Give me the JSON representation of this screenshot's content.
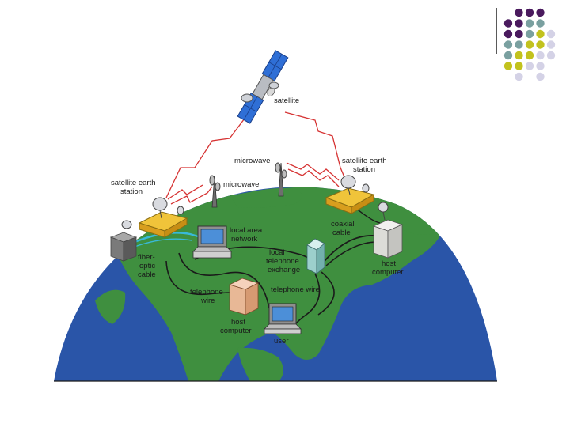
{
  "colors": {
    "ocean": "#2a55a8",
    "land": "#3f8f3f",
    "land_dark": "#2f7a34",
    "signal": "#d63333",
    "cable": "#1a1a1a",
    "fiber": "#39b9d8",
    "dot_purple": "#4a1a5e",
    "dot_teal": "#7aa0a0",
    "dot_olive": "#c2c21e",
    "dot_lavender": "#d4d2e6"
  },
  "labels": {
    "satellite": "satellite",
    "microwave_top": "microwave",
    "microwave_left": "microwave",
    "earth_station_left_1": "satellite earth",
    "earth_station_left_2": "station",
    "earth_station_right_1": "satellite earth",
    "earth_station_right_2": "station",
    "lan_1": "local area",
    "lan_2": "network",
    "coaxial_1": "coaxial",
    "coaxial_2": "cable",
    "fiber_1": "fiber-",
    "fiber_2": "optic",
    "fiber_3": "cable",
    "exchange_1": "local",
    "exchange_2": "telephone",
    "exchange_3": "exchange",
    "host_right_1": "host",
    "host_right_2": "computer",
    "telwire_left_1": "telephone",
    "telwire_left_2": "wire",
    "telwire_right": "telephone wire",
    "host_center_1": "host",
    "host_center_2": "computer",
    "user": "user"
  },
  "icons": {
    "satellite": "satellite-icon",
    "dish": "satellite-dish-icon",
    "tower": "microwave-tower-icon",
    "laptop": "laptop-icon",
    "host": "host-computer-icon",
    "exchange": "telephone-exchange-icon"
  }
}
